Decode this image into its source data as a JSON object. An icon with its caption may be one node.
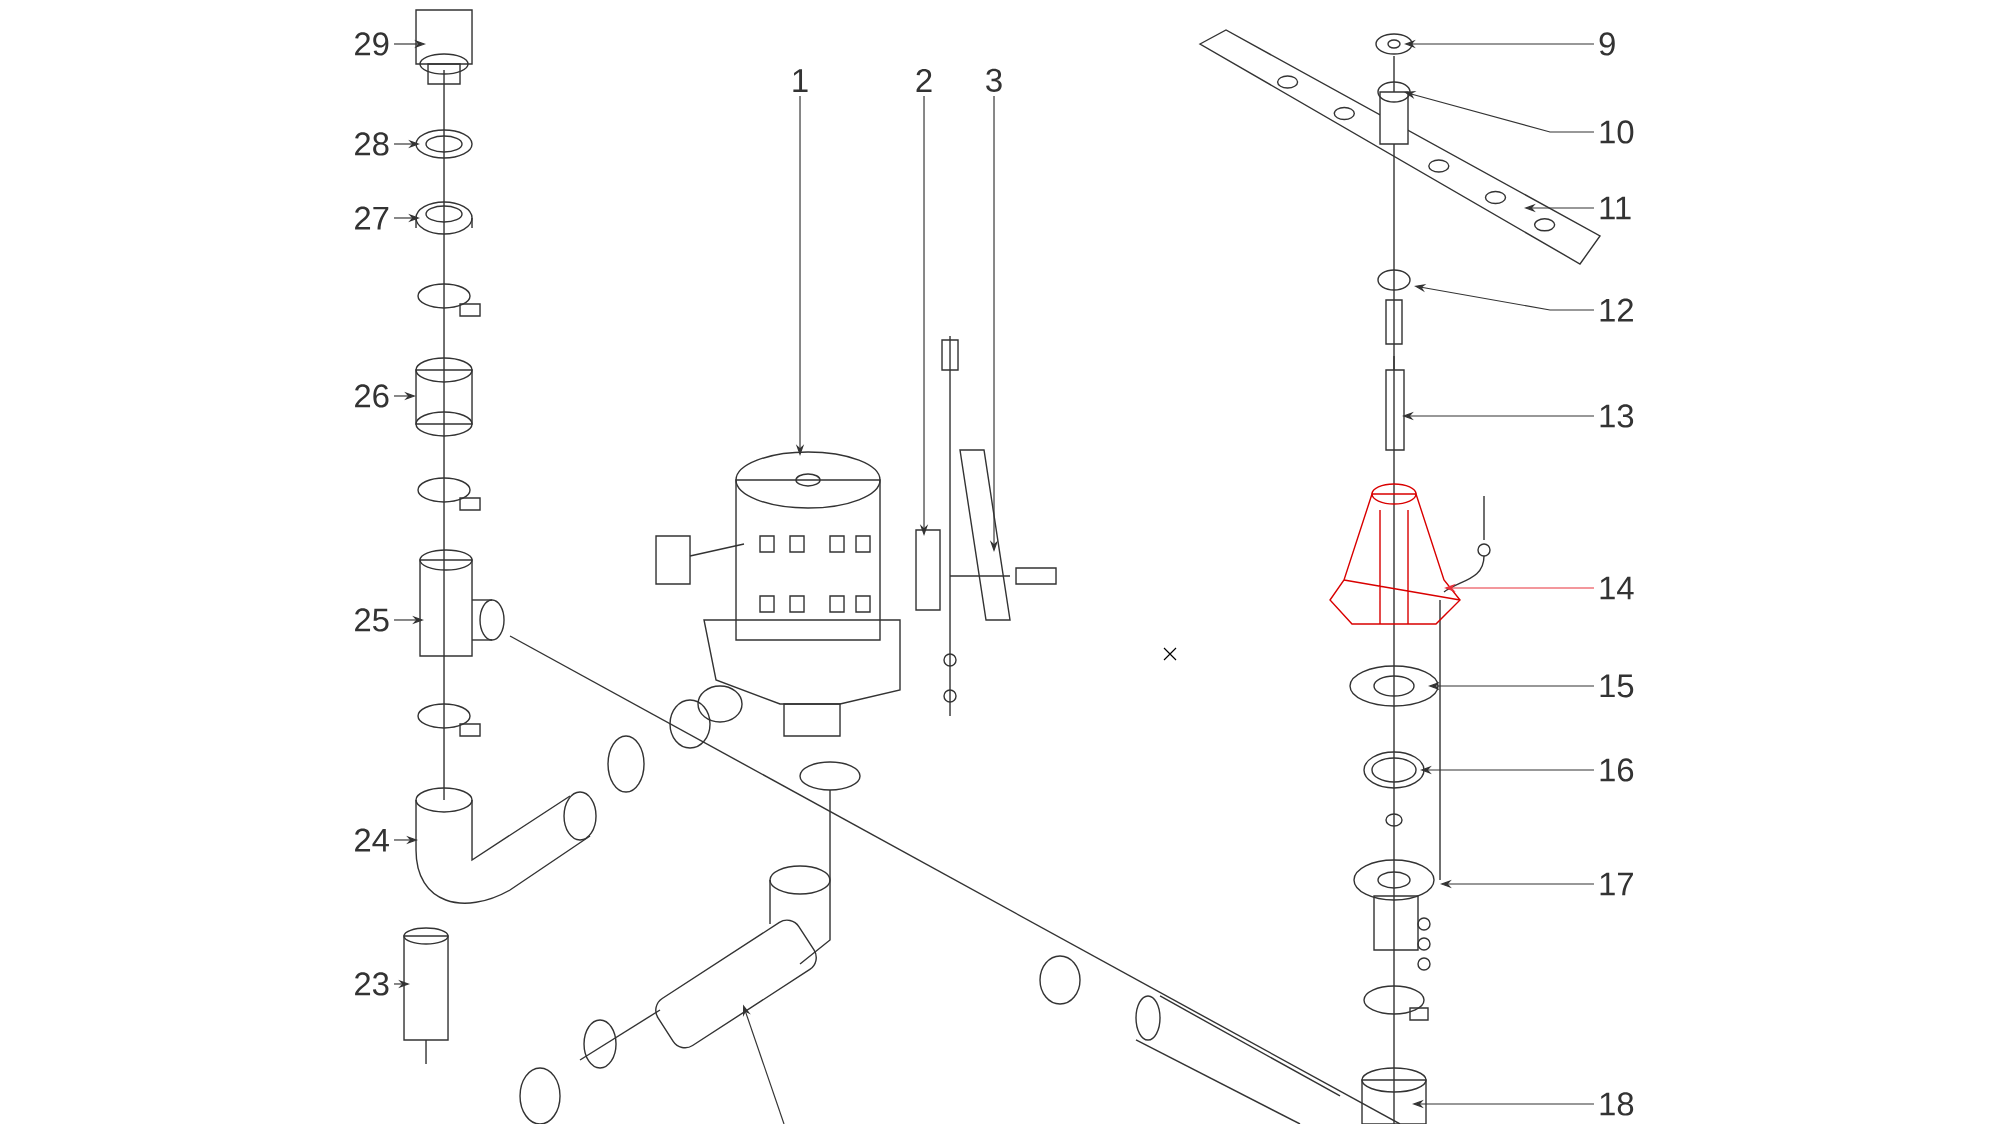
{
  "diagram": {
    "nodes": [
      {
        "text": [
          "29"
        ]
      },
      {
        "text": [
          "9"
        ]
      },
      {
        "text": [
          "1"
        ]
      },
      {
        "text": [
          "2"
        ]
      },
      {
        "text": [
          "3"
        ]
      },
      {
        "text": [
          "10"
        ]
      },
      {
        "text": [
          "28"
        ]
      },
      {
        "text": [
          "11"
        ]
      },
      {
        "text": [
          "27"
        ]
      },
      {
        "text": [
          "12"
        ]
      },
      {
        "text": [
          "26"
        ]
      },
      {
        "text": [
          "13"
        ]
      },
      {
        "text": [
          "14"
        ]
      },
      {
        "text": [
          "25"
        ]
      },
      {
        "text": [
          "15"
        ]
      },
      {
        "text": [
          "16"
        ]
      },
      {
        "text": [
          "24"
        ]
      },
      {
        "text": [
          "17"
        ]
      },
      {
        "text": [
          "23"
        ]
      },
      {
        "text": [
          "18"
        ]
      },
      {
        "text": [],
        "shape": "picture"
      }
    ],
    "edges": [
      {
        "from": 0,
        "to": null,
        "arrow": "to"
      },
      {
        "from": 1,
        "to": null,
        "arrow": "to"
      },
      {
        "from": 2,
        "to": null,
        "arrow": "to"
      },
      {
        "from": 3,
        "to": null,
        "arrow": "to"
      },
      {
        "from": 4,
        "to": null,
        "arrow": "to"
      },
      {
        "from": 5,
        "to": null,
        "arrow": "to"
      },
      {
        "from": 6,
        "to": null,
        "arrow": "to"
      },
      {
        "from": 7,
        "to": null,
        "arrow": "to"
      },
      {
        "from": 8,
        "to": null,
        "arrow": "to"
      },
      {
        "from": 9,
        "to": null,
        "arrow": "to"
      },
      {
        "from": 10,
        "to": null,
        "arrow": "to"
      },
      {
        "from": 11,
        "to": null,
        "arrow": "to"
      },
      {
        "from": 12,
        "to": null,
        "arrow": "to",
        "color": "#e8303a"
      },
      {
        "from": 13,
        "to": null,
        "arrow": "to"
      },
      {
        "from": 14,
        "to": null,
        "arrow": "to"
      },
      {
        "from": 15,
        "to": null,
        "arrow": "to"
      },
      {
        "from": 16,
        "to": null,
        "arrow": "to"
      },
      {
        "from": 17,
        "to": null,
        "arrow": "to"
      },
      {
        "from": 18,
        "to": null,
        "arrow": "to"
      },
      {
        "from": 19,
        "to": null,
        "arrow": "to"
      },
      {
        "from": null,
        "to": 20,
        "arrow": "to"
      }
    ]
  }
}
